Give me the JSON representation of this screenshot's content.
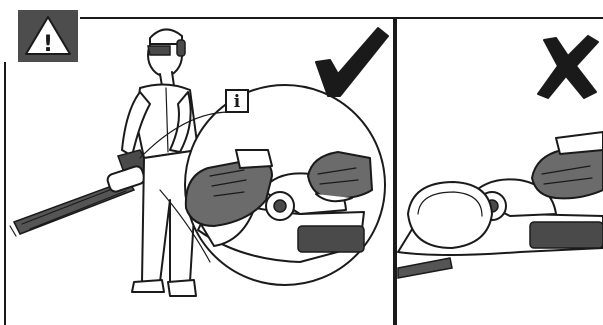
{
  "warning_symbol": {
    "icon": "warning-triangle-icon",
    "glyph": "!",
    "background": "#4d4d4d"
  },
  "info_symbol": {
    "icon": "info-icon",
    "glyph": "i"
  },
  "panels": [
    {
      "name": "correct-usage-panel",
      "verdict_icon": "checkmark-icon"
    },
    {
      "name": "incorrect-usage-panel",
      "verdict_icon": "cross-icon"
    }
  ],
  "colors": {
    "ink": "#1a1a1a",
    "glove": "#6b6b6b",
    "badge": "#4d4d4d"
  }
}
